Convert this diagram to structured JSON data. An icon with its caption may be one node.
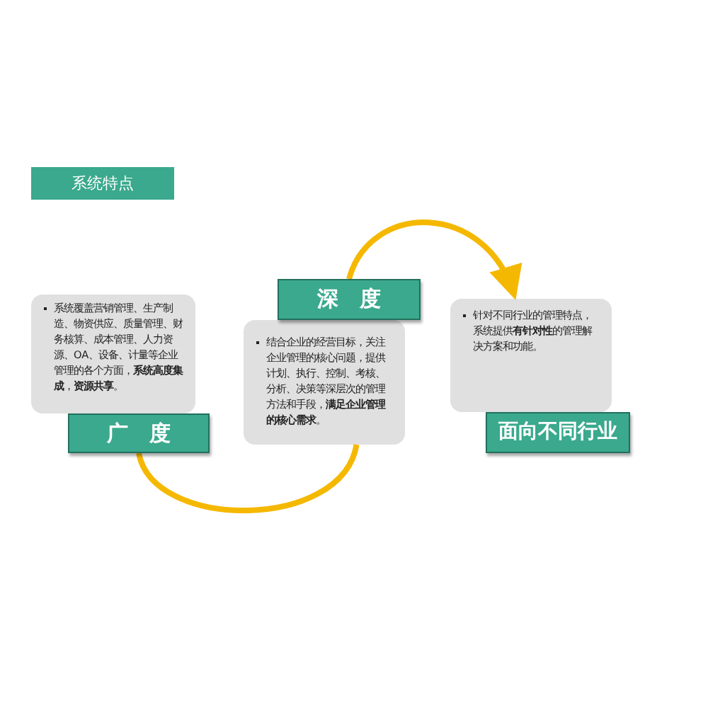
{
  "diagram": {
    "title": "系统特点",
    "nodes": [
      {
        "text": [
          "系统覆盖营销管理、生产制造、物资供应、质量管理、财务核算、成本管理、人力资源、OA、设备、计量等企业管理的各个方面，**系统高度集成**，**资源共享**。"
        ]
      },
      {
        "text": [
          "广　度"
        ]
      },
      {
        "text": [
          "结合企业的经营目标，关注企业管理的核心问题，提供计划、执行、控制、考核、分析、决策等深层次的管理方法和手段，**满足企业管理的核心需求**。"
        ]
      },
      {
        "text": [
          "深　度"
        ]
      },
      {
        "text": [
          "针对不同行业的管理特点，系统提供**有针对性**的管理解决方案和功能。"
        ]
      },
      {
        "text": [
          "面向不同行业"
        ]
      }
    ],
    "edges": [
      {
        "from": 1,
        "to": 2,
        "arrow": "none"
      },
      {
        "from": 3,
        "to": 4,
        "arrow": "to"
      }
    ]
  }
}
